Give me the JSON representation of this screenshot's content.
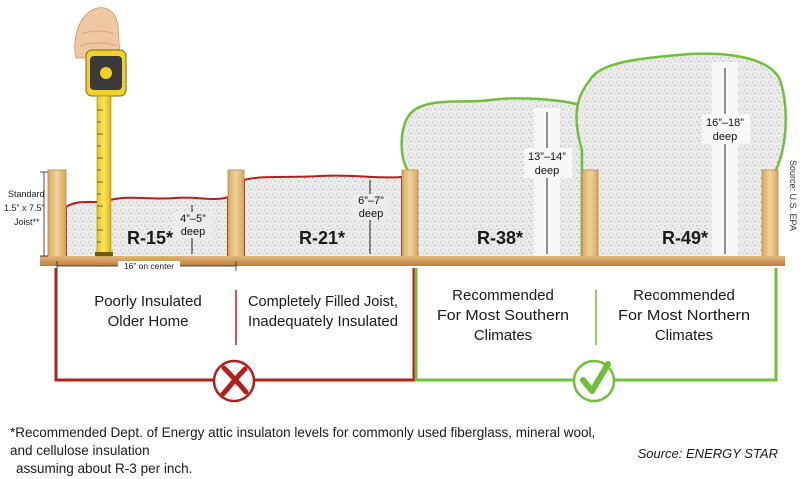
{
  "labels": {
    "joist_label": [
      "Standard",
      "1.5” x 7.5”",
      "Joist**"
    ],
    "spacing": "16” on center",
    "source_epa": "Source: U.S. EPA"
  },
  "panels": [
    {
      "r_value": "R-15*",
      "depth": [
        "4”–5”",
        "deep"
      ],
      "caption": [
        "Poorly Insulated",
        "Older Home"
      ],
      "verdict": "x"
    },
    {
      "r_value": "R-21*",
      "depth": [
        "6”–7”",
        "deep"
      ],
      "caption": [
        "Completely Filled Joist,",
        "Inadequately Insulated"
      ],
      "verdict": "x"
    },
    {
      "r_value": "R-38*",
      "depth": [
        "13”–14”",
        "deep"
      ],
      "caption": [
        "Recommended",
        "For Most Southern",
        "Climates"
      ],
      "verdict": "check"
    },
    {
      "r_value": "R-49*",
      "depth": [
        "16”–18”",
        "deep"
      ],
      "caption": [
        "Recommended",
        "For Most Northern",
        "Climates"
      ],
      "verdict": "check"
    }
  ],
  "footnote": {
    "line1": "*Recommended Dept. of Energy attic insulaton levels for commonly used fiberglass, mineral wool, and cellulose insulation",
    "line2": "assuming about R-3 per inch."
  },
  "source": "Source: ENERGY STAR",
  "colors": {
    "bad": "#b3201c",
    "good": "#6fbf3a",
    "wood": "#e2c080",
    "insulation": "#e7e7e7",
    "beam": "#c08a4a"
  },
  "icons": [
    "x-badge-icon",
    "check-badge-icon",
    "hand-icon",
    "tape-measure-icon"
  ]
}
